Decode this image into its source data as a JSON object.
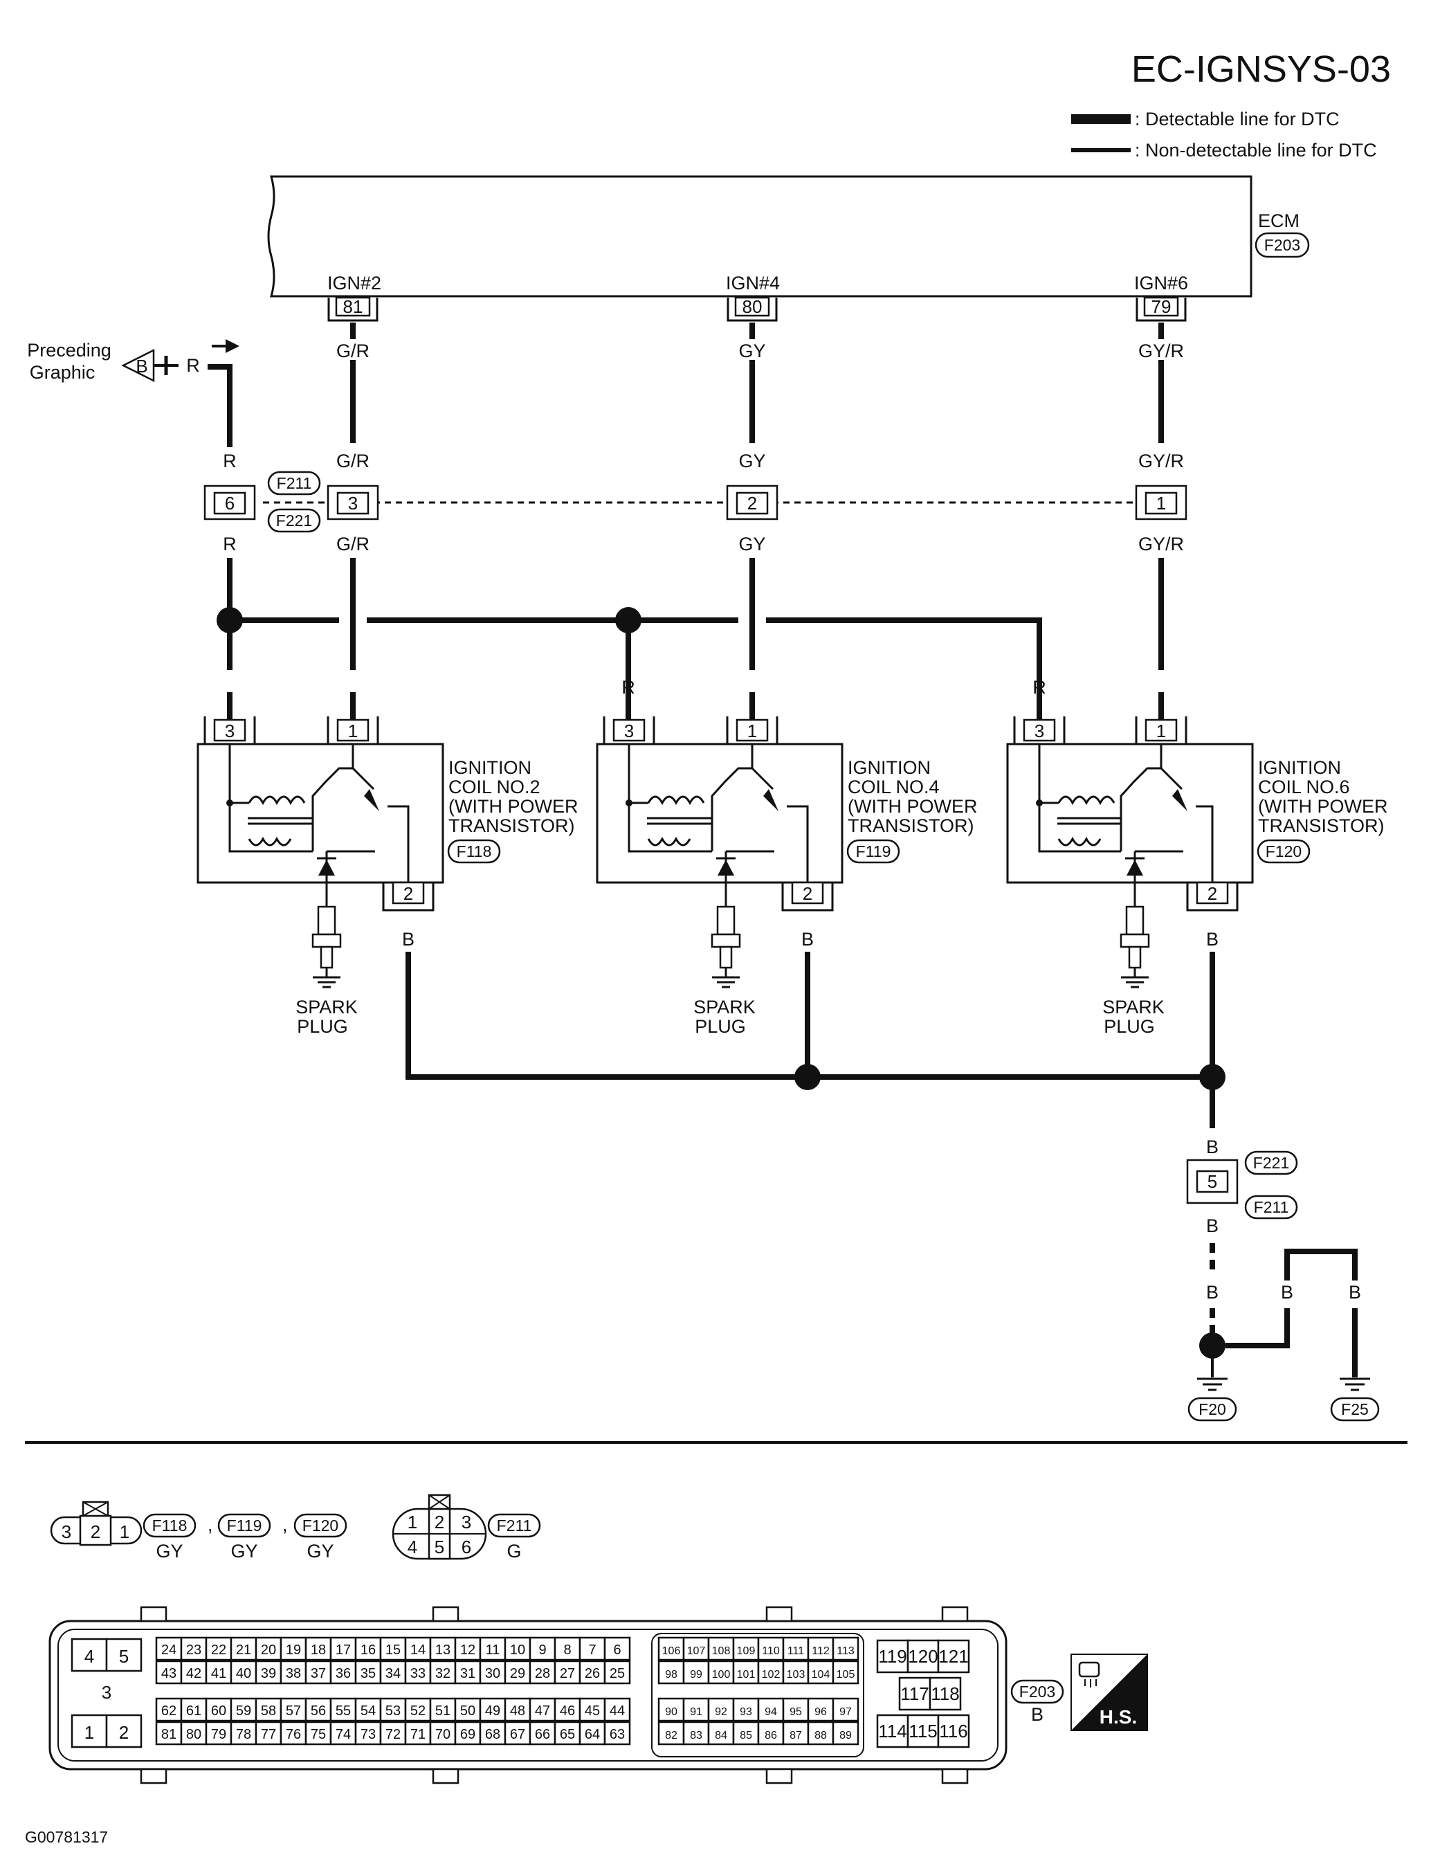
{
  "title": "EC-IGNSYS-03",
  "legend": [
    {
      "style": "detectable",
      "label": ": Detectable line for DTC"
    },
    {
      "style": "non-detectable",
      "label": ": Non-detectable line for DTC"
    }
  ],
  "ecm": {
    "label": "ECM",
    "connector": "F203",
    "pins": [
      {
        "signal": "IGN#2",
        "pin": "81",
        "wire": "G/R"
      },
      {
        "signal": "IGN#4",
        "pin": "80",
        "wire": "GY"
      },
      {
        "signal": "IGN#6",
        "pin": "79",
        "wire": "GY/R"
      }
    ]
  },
  "preceding": {
    "label_line1": "Preceding",
    "label_line2": "Graphic",
    "connector": "B",
    "wire": "R"
  },
  "joint_connector": {
    "top": "F211",
    "bottom": "F221",
    "pins": [
      "6",
      "3",
      "2",
      "1"
    ]
  },
  "wires": {
    "red": "R",
    "g_r": "G/R",
    "gy": "GY",
    "gy_r": "GY/R",
    "black": "B"
  },
  "coils": [
    {
      "line1": "IGNITION",
      "line2": "COIL NO.2",
      "line3": "(WITH POWER",
      "line4": "TRANSISTOR)",
      "connector": "F118",
      "pin1": "1",
      "pin2": "2",
      "pin3": "3"
    },
    {
      "line1": "IGNITION",
      "line2": "COIL NO.4",
      "line3": "(WITH POWER",
      "line4": "TRANSISTOR)",
      "connector": "F119",
      "pin1": "1",
      "pin2": "2",
      "pin3": "3"
    },
    {
      "line1": "IGNITION",
      "line2": "COIL NO.6",
      "line3": "(WITH POWER",
      "line4": "TRANSISTOR)",
      "connector": "F120",
      "pin1": "1",
      "pin2": "2",
      "pin3": "3"
    }
  ],
  "spark_plug": {
    "line1": "SPARK",
    "line2": "PLUG"
  },
  "ground_junction": {
    "pin": "5",
    "top_connector": "F221",
    "bottom_connector": "F211"
  },
  "grounds": [
    "F20",
    "F25"
  ],
  "connector_views": {
    "coil_connector": {
      "pins": [
        "3",
        "2",
        "1"
      ],
      "ids": [
        "F118",
        "F119",
        "F120"
      ],
      "color": "GY"
    },
    "f211": {
      "top_row": [
        "1",
        "2",
        "3"
      ],
      "bottom_row": [
        "4",
        "5",
        "6"
      ],
      "id": "F211",
      "color": "G"
    },
    "ecm": {
      "id": "F203",
      "color": "B",
      "left_block": [
        "4",
        "5",
        "3",
        "1",
        "2"
      ],
      "rows": [
        [
          "24",
          "23",
          "22",
          "21",
          "20",
          "19",
          "18",
          "17",
          "16",
          "15",
          "14",
          "13",
          "12",
          "11",
          "10",
          "9",
          "8",
          "7",
          "6"
        ],
        [
          "43",
          "42",
          "41",
          "40",
          "39",
          "38",
          "37",
          "36",
          "35",
          "34",
          "33",
          "32",
          "31",
          "30",
          "29",
          "28",
          "27",
          "26",
          "25"
        ],
        [
          "62",
          "61",
          "60",
          "59",
          "58",
          "57",
          "56",
          "55",
          "54",
          "53",
          "52",
          "51",
          "50",
          "49",
          "48",
          "47",
          "46",
          "45",
          "44"
        ],
        [
          "81",
          "80",
          "79",
          "78",
          "77",
          "76",
          "75",
          "74",
          "73",
          "72",
          "71",
          "70",
          "69",
          "68",
          "67",
          "66",
          "65",
          "64",
          "63"
        ]
      ],
      "mid_rows": [
        [
          "106",
          "107",
          "108",
          "109",
          "110",
          "111",
          "112",
          "113"
        ],
        [
          "98",
          "99",
          "100",
          "101",
          "102",
          "103",
          "104",
          "105"
        ],
        [
          "90",
          "91",
          "92",
          "93",
          "94",
          "95",
          "96",
          "97"
        ],
        [
          "82",
          "83",
          "84",
          "85",
          "86",
          "87",
          "88",
          "89"
        ]
      ],
      "right_block": [
        [
          "119",
          "120",
          "121"
        ],
        [
          "117",
          "118"
        ],
        [
          "114",
          "115",
          "116"
        ]
      ]
    },
    "hs_badge": "H.S."
  },
  "footer_code": "G00781317"
}
